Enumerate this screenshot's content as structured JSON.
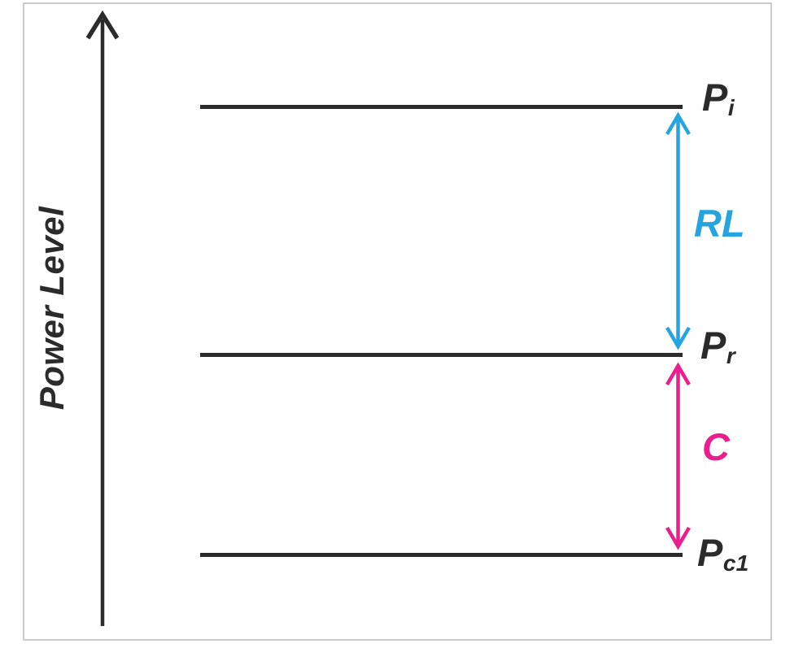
{
  "figure": {
    "axis_label": "Power Level",
    "levels": [
      {
        "id": "incident-power",
        "symbol": "P",
        "subscript": "i"
      },
      {
        "id": "reflected-power",
        "symbol": "P",
        "subscript": "r"
      },
      {
        "id": "coupled-power",
        "symbol": "P",
        "subscript": "c1"
      }
    ],
    "spans": [
      {
        "id": "return-loss",
        "label": "RL",
        "color": "#25a4df",
        "between": "Pi and Pr"
      },
      {
        "id": "coupling",
        "label": "C",
        "color": "#ea1e8c",
        "between": "Pr and Pc1"
      }
    ],
    "colors": {
      "ink": "#2b2b2b",
      "frame_border": "#cbcbcb",
      "background": "#ffffff"
    }
  }
}
